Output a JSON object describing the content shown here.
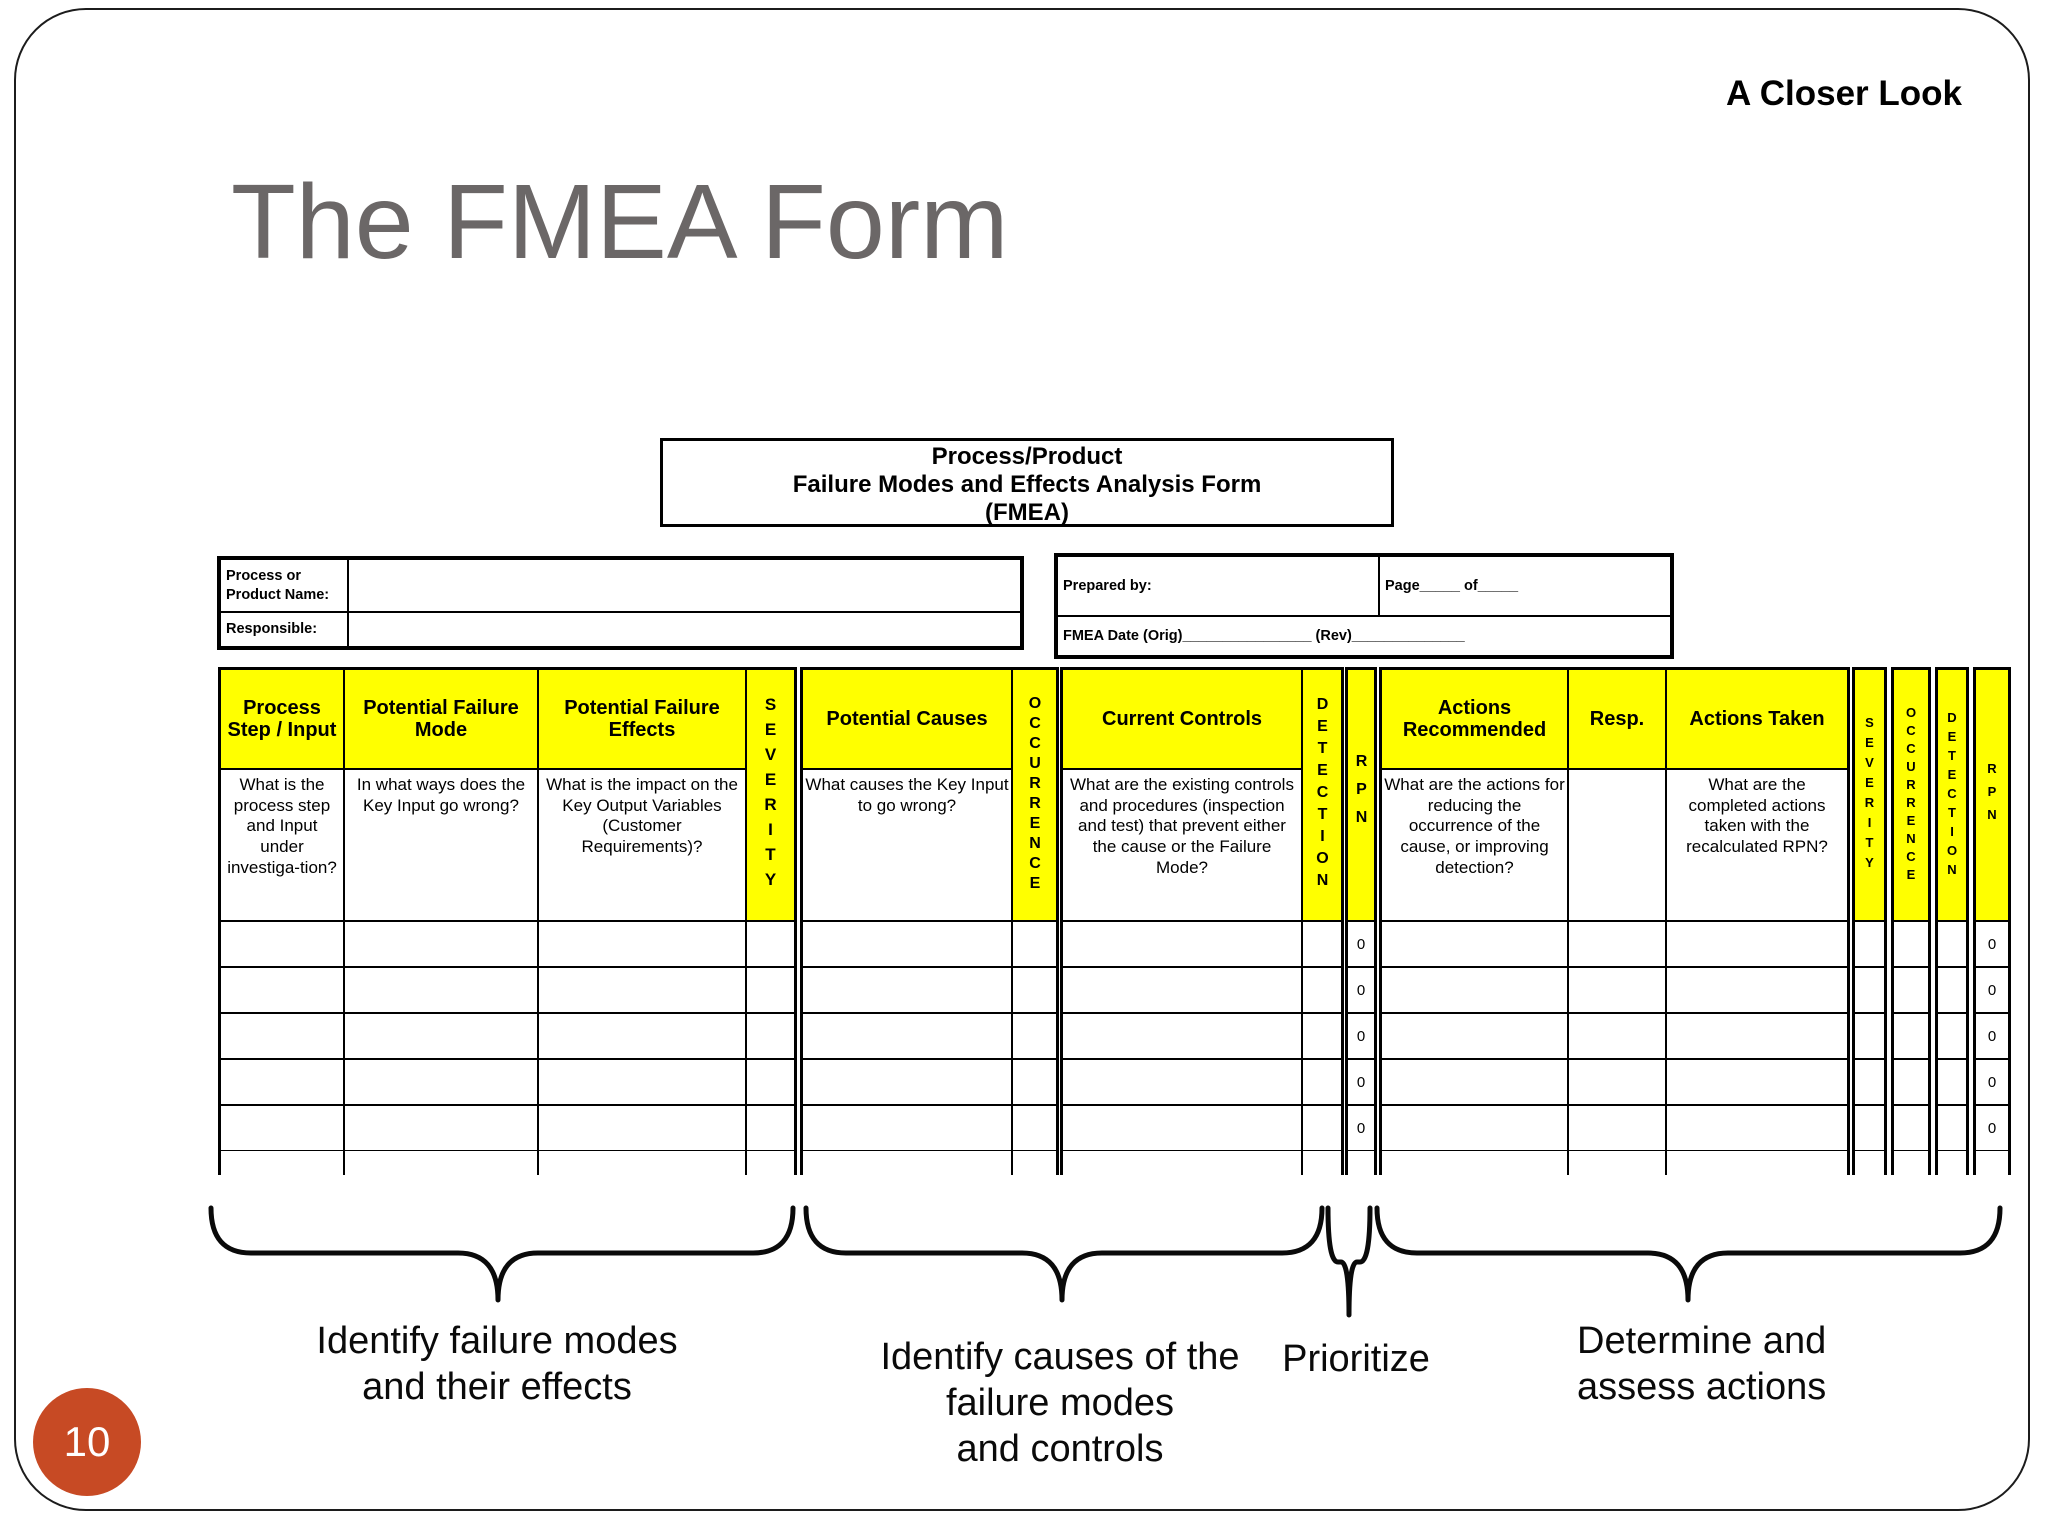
{
  "slide": {
    "corner_label": "A Closer Look",
    "title": "The FMEA Form",
    "page_number": "10"
  },
  "colors": {
    "header_yellow": "#ffff00",
    "title_gray": "#6b6767",
    "page_badge_orange": "#c74a24"
  },
  "form_header": {
    "line1": "Process/Product",
    "line2": "Failure Modes and Effects Analysis Form",
    "line3": "(FMEA)"
  },
  "info_left": {
    "name_label": "Process or Product Name:",
    "responsible_label": "Responsible:"
  },
  "info_right": {
    "prepared_by": "Prepared by:",
    "page": "Page_____ of_____",
    "date": "FMEA Date (Orig)________________  (Rev)______________"
  },
  "table": {
    "headers": {
      "process_step": "Process Step / Input",
      "failure_mode": "Potential Failure Mode",
      "failure_effects": "Potential Failure Effects",
      "severity": "SEVERITY",
      "causes": "Potential Causes",
      "occurrence": "OCCURRENCE",
      "controls": "Current Controls",
      "detection": "DETECTION",
      "rpn": "RPN",
      "actions_recommended": "Actions Recommended",
      "resp": "Resp.",
      "actions_taken": "Actions Taken",
      "severity2": "SEVERITY",
      "occurrence2": "OCCURRENCE",
      "detection2": "DETECTION",
      "rpn2": "RPN"
    },
    "subheaders": {
      "process_step": "What is the process step and Input under investiga-tion?",
      "failure_mode": "In what ways does the Key Input go wrong?",
      "failure_effects": "What is the impact on the Key Output Variables (Customer Requirements)?",
      "causes": "What causes the Key Input to go wrong?",
      "controls": "What are the existing controls and procedures (inspection and test) that prevent either the cause or the Failure Mode?",
      "actions_recommended": "What are the actions for reducing the occurrence of the cause, or improving detection?",
      "actions_taken": "What are the completed actions taken with the recalculated RPN?"
    },
    "rpn_values": [
      "0",
      "0",
      "0",
      "0",
      "0"
    ],
    "rpn2_values": [
      "0",
      "0",
      "0",
      "0",
      "0"
    ]
  },
  "annotations": {
    "a1": {
      "lines": [
        "Identify failure modes",
        "and their effects"
      ]
    },
    "a2": {
      "lines": [
        "Identify causes of the",
        "failure modes",
        "and controls"
      ]
    },
    "a3": {
      "label": "Prioritize"
    },
    "a4": {
      "lines": [
        "Determine and",
        "assess actions"
      ]
    }
  }
}
